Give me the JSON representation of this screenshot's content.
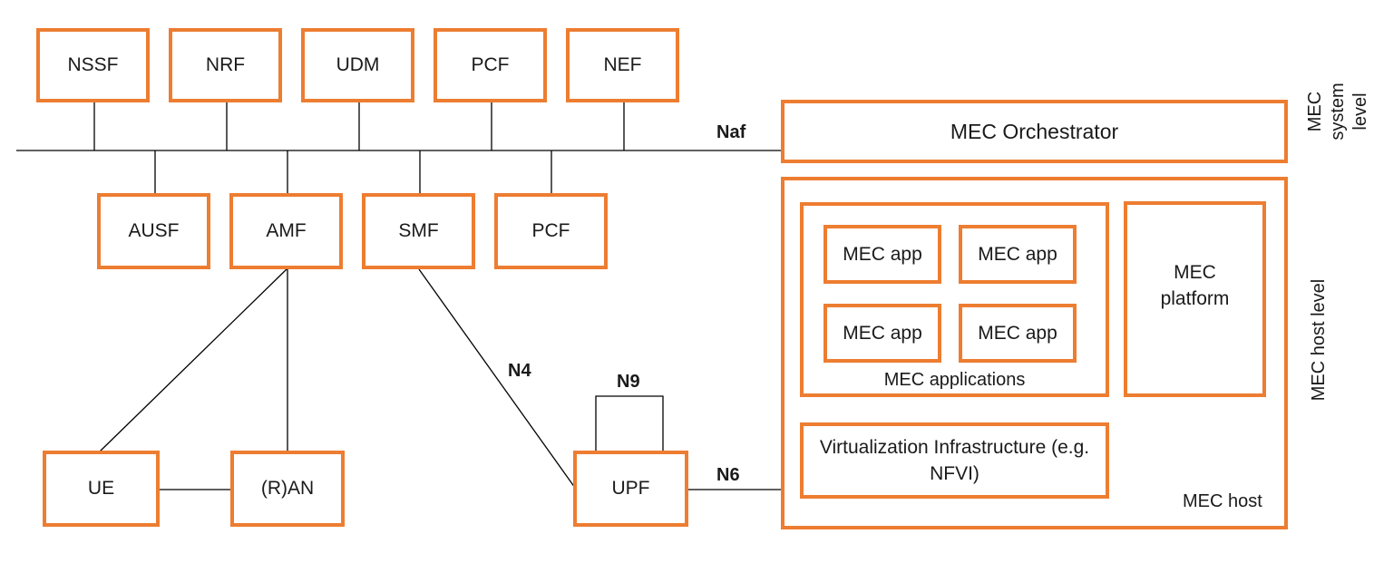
{
  "core_top": [
    "NSSF",
    "NRF",
    "UDM",
    "PCF",
    "NEF"
  ],
  "core_bottom": [
    "AUSF",
    "AMF",
    "SMF",
    "PCF"
  ],
  "ue": "UE",
  "ran": "(R)AN",
  "upf": "UPF",
  "interfaces": {
    "naf": "Naf",
    "n4": "N4",
    "n9": "N9",
    "n6": "N6"
  },
  "mec": {
    "orchestrator": "MEC Orchestrator",
    "app": "MEC app",
    "applications": "MEC applications",
    "platform": "MEC platform",
    "virtualization": "Virtualization Infrastructure (e.g. NFVI)",
    "host": "MEC host",
    "system_level": "MEC system level",
    "host_level": "MEC host level"
  },
  "colors": {
    "accent": "#ed7d31",
    "line": "#000000"
  }
}
